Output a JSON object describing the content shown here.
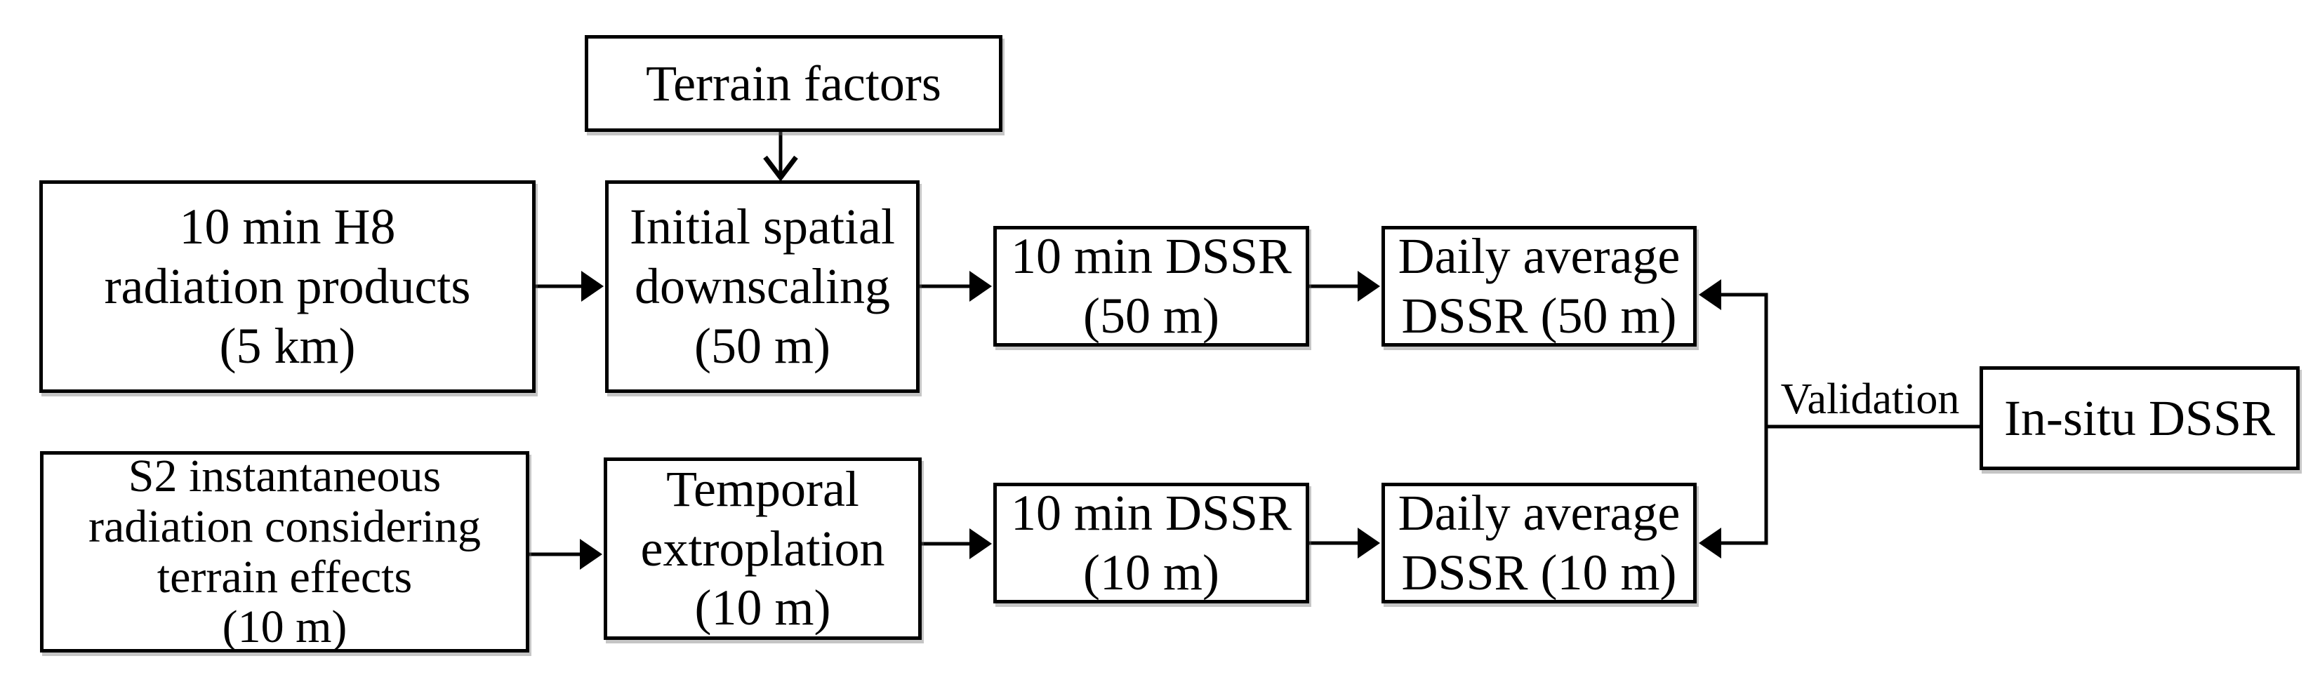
{
  "nodes": {
    "terrain": {
      "text": "Terrain factors"
    },
    "h8": {
      "text": "10 min H8\nradiation products\n(5 km)"
    },
    "initial": {
      "text": "Initial spatial\ndownscaling\n(50 m)"
    },
    "dssr50": {
      "text": "10 min DSSR\n(50 m)"
    },
    "daily50": {
      "text": "Daily average\nDSSR (50 m)"
    },
    "s2": {
      "text": "S2 instantaneous\nradiation considering\nterrain effects\n(10 m)"
    },
    "temporal": {
      "text": "Temporal\nextroplation\n(10 m)"
    },
    "dssr10": {
      "text": "10 min DSSR\n(10 m)"
    },
    "daily10": {
      "text": "Daily average\nDSSR (10 m)"
    },
    "insitu": {
      "text": "In-situ DSSR"
    }
  },
  "labels": {
    "validation": {
      "text": "Validation"
    }
  },
  "edges": [
    {
      "from": "h8",
      "to": "initial",
      "style": "arrow"
    },
    {
      "from": "terrain",
      "to": "initial",
      "style": "open-arrow"
    },
    {
      "from": "initial",
      "to": "dssr50",
      "style": "arrow"
    },
    {
      "from": "dssr50",
      "to": "daily50",
      "style": "arrow"
    },
    {
      "from": "s2",
      "to": "temporal",
      "style": "arrow"
    },
    {
      "from": "temporal",
      "to": "dssr10",
      "style": "arrow"
    },
    {
      "from": "dssr10",
      "to": "daily10",
      "style": "arrow"
    },
    {
      "from": "insitu",
      "to": "daily50",
      "style": "arrow",
      "label": "Validation"
    },
    {
      "from": "insitu",
      "to": "daily10",
      "style": "arrow",
      "label": "Validation"
    }
  ],
  "colors": {
    "ink": "#000000",
    "background": "#ffffff"
  }
}
